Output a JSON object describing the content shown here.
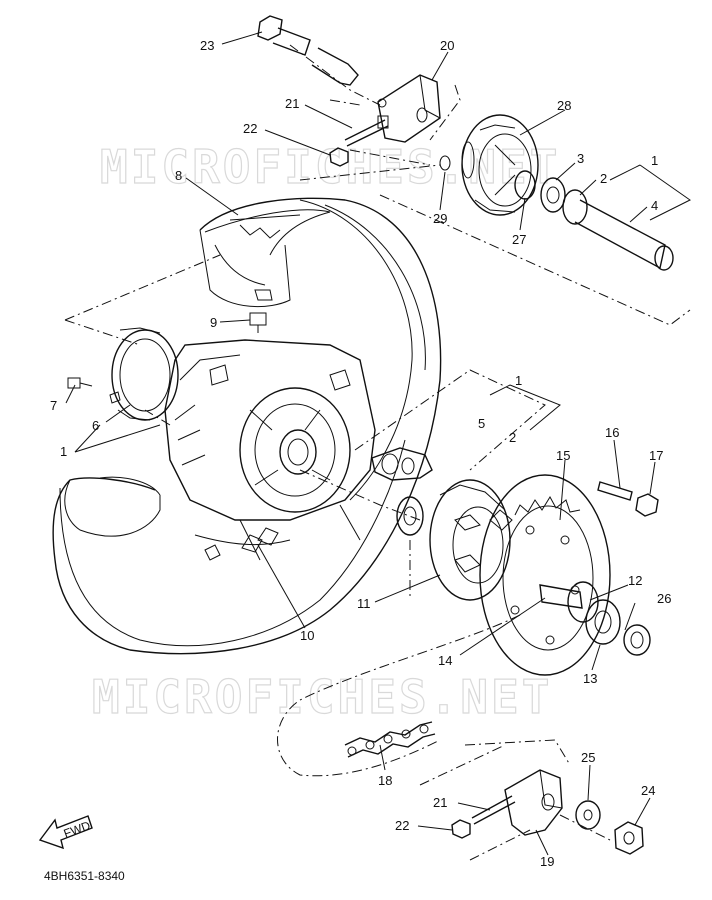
{
  "watermark": "MICROFICHES.NET",
  "drawing_code": "4BH6351-8340",
  "fwd_label": "FWD",
  "callouts": {
    "c1a": "1",
    "c2a": "2",
    "c3": "3",
    "c4": "4",
    "c1b": "1",
    "c5": "5",
    "c2b": "2",
    "c1c": "1",
    "c6": "6",
    "c7": "7",
    "c8": "8",
    "c9": "9",
    "c10": "10",
    "c11": "11",
    "c12": "12",
    "c13": "13",
    "c14": "14",
    "c15": "15",
    "c16": "16",
    "c17": "17",
    "c18": "18",
    "c19": "19",
    "c20": "20",
    "c21a": "21",
    "c21b": "21",
    "c22a": "22",
    "c22b": "22",
    "c23": "23",
    "c24": "24",
    "c25": "25",
    "c26": "26",
    "c27": "27",
    "c28": "28",
    "c29": "29"
  }
}
